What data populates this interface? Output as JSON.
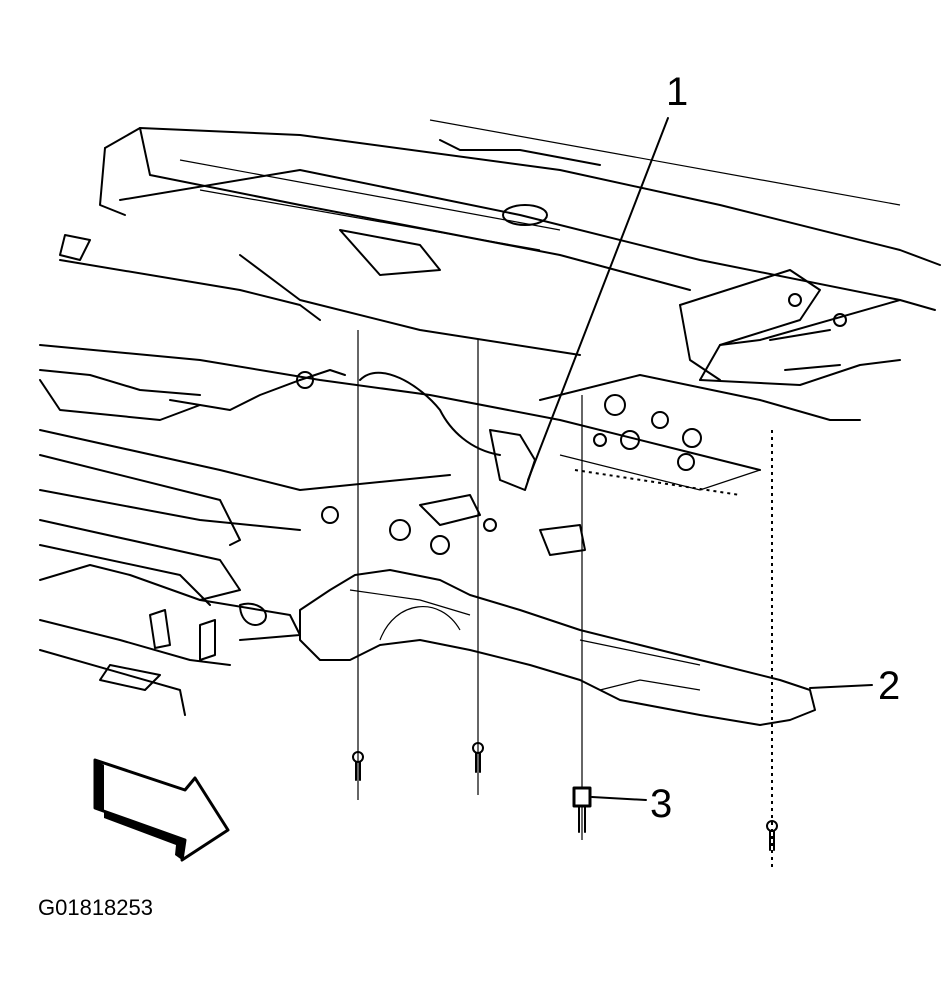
{
  "callouts": {
    "one": "1",
    "two": "2",
    "three": "3"
  },
  "figure_id": "G01818253",
  "icons": {
    "direction_arrow": "forward-arrow-icon"
  }
}
